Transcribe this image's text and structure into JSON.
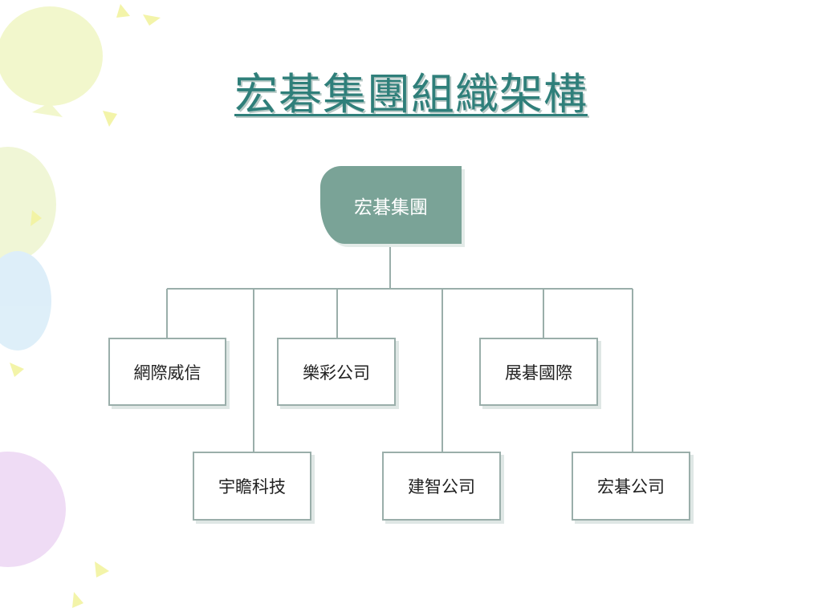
{
  "slide": {
    "title": "宏碁集團組織架構"
  },
  "org_chart": {
    "root": "宏碁集團",
    "children_row1": [
      "網際威信",
      "樂彩公司",
      "展碁國際"
    ],
    "children_row2": [
      "宇瞻科技",
      "建智公司",
      "宏碁公司"
    ]
  },
  "colors": {
    "title": "#2f7f7a",
    "root_fill": "#7aa397",
    "node_border": "#9aaeaa",
    "connector": "#9aaeaa"
  }
}
